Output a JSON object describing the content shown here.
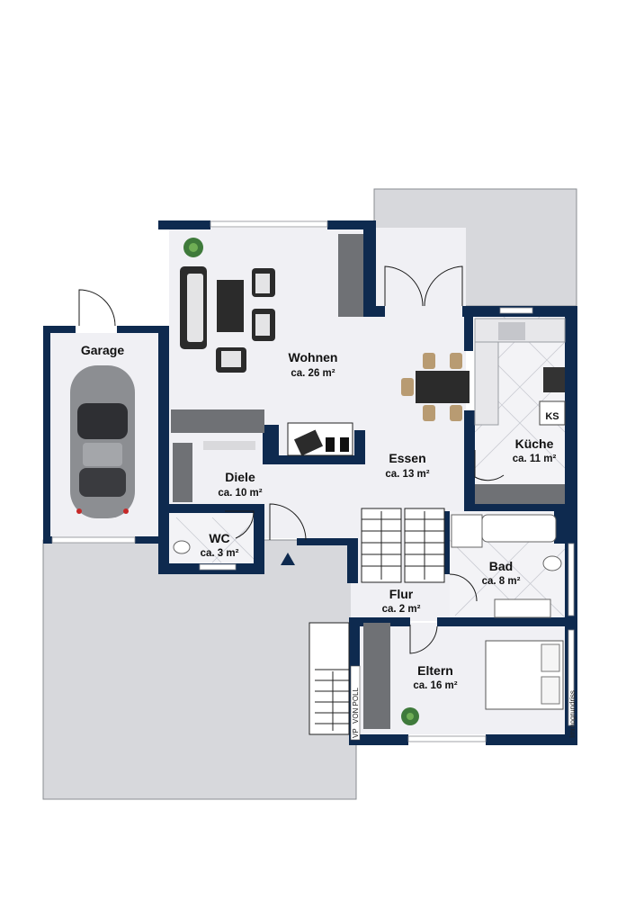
{
  "rooms": {
    "wohnen": {
      "name": "Wohnen",
      "area": "ca. 26 m²"
    },
    "essen": {
      "name": "Essen",
      "area": "ca. 13 m²"
    },
    "kueche": {
      "name": "Küche",
      "area": "ca. 11 m²"
    },
    "diele": {
      "name": "Diele",
      "area": "ca. 10 m²"
    },
    "wc": {
      "name": "WC",
      "area": "ca. 3 m²"
    },
    "bad": {
      "name": "Bad",
      "area": "ca. 8 m²"
    },
    "flur": {
      "name": "Flur",
      "area": "ca. 2 m²"
    },
    "eltern": {
      "name": "Eltern",
      "area": "ca. 16 m²"
    },
    "garage": {
      "name": "Garage"
    }
  },
  "labels": {
    "ks": "KS",
    "watermark": "Immogrundriss",
    "logo_mark": "VP",
    "logo_text": "VON POLL"
  },
  "colors": {
    "wall": "#0e2a4f",
    "floor": "#f0f0f4",
    "ground": "#d7d8dc"
  }
}
